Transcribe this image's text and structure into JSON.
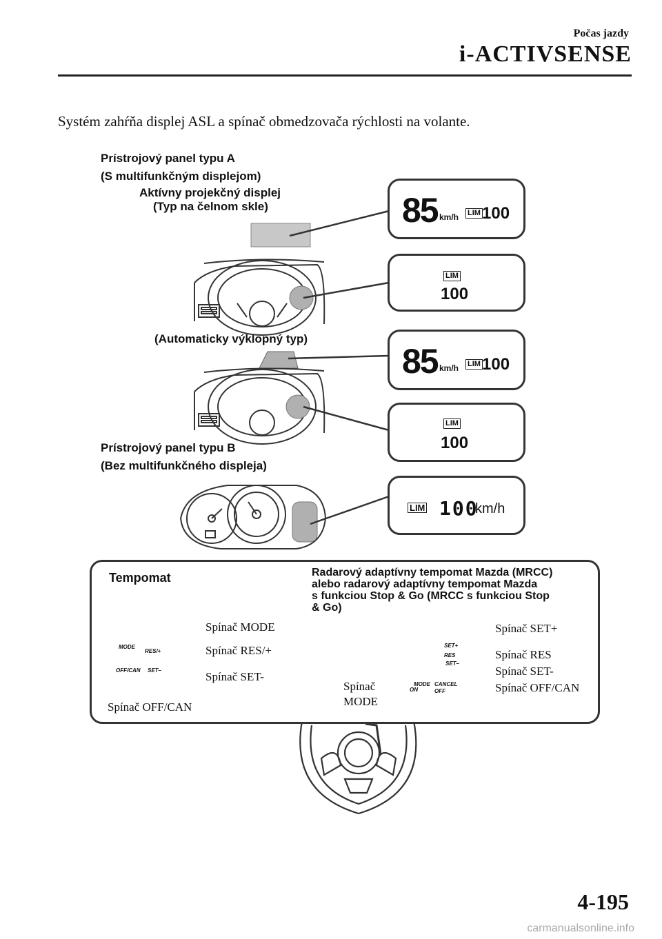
{
  "header": {
    "section": "Počas jazdy",
    "title": "i-ACTIVSENSE"
  },
  "intro": "Systém zahŕňa displej ASL a spínač obmedzovača rýchlosti na volante.",
  "labels": {
    "panel_a_line1": "Prístrojový panel typu A",
    "panel_a_line2": "(S multifunkčným displejom)",
    "hud_line1": "Aktívny projekčný displej",
    "hud_line2": "(Typ na čelnom skle)",
    "auto_fold": "(Automaticky výklopný typ)",
    "panel_b_line1": "Prístrojový panel typu B",
    "panel_b_line2": "(Bez multifunkčného displeja)"
  },
  "displays": {
    "d1": {
      "speed": "85",
      "unit": "km/h",
      "lim": "LIM",
      "limit": "100"
    },
    "d2": {
      "lim": "LIM",
      "limit": "100"
    },
    "d3": {
      "speed": "85",
      "unit": "km/h",
      "lim": "LIM",
      "limit": "100"
    },
    "d4": {
      "lim": "LIM",
      "limit": "100"
    },
    "d5": {
      "lim": "LIM",
      "limit": "100",
      "unit": "km/h"
    }
  },
  "switches": {
    "left_title": "Tempomat",
    "right_title_lines": [
      "Radarový adaptívny tempomat Mazda (MRCC)",
      "alebo radarový adaptívny tempomat Mazda",
      "s funkciou Stop & Go (MRCC s funkciou Stop",
      "& Go)"
    ],
    "left": {
      "mode": "Spínač MODE",
      "res": "Spínač RES/+",
      "set": "Spínač SET-",
      "offcan": "Spínač OFF/CAN"
    },
    "left_buttons": {
      "mode": "MODE",
      "res": "RES/+",
      "offcan": "OFF/CAN",
      "set": "SET–"
    },
    "right": {
      "setplus": "Spínač SET+",
      "res": "Spínač RES",
      "setminus": "Spínač SET-",
      "offcan": "Spínač OFF/CAN",
      "mode_line1": "Spínač",
      "mode_line2": "MODE"
    },
    "right_buttons": {
      "set": "SET+",
      "res": "RES",
      "setm": "SET–",
      "on": "ON",
      "mode": "MODE",
      "cancel": "CANCEL",
      "off": "OFF"
    }
  },
  "footer": {
    "page": "4-195",
    "watermark": "carmanualsonline.info"
  }
}
